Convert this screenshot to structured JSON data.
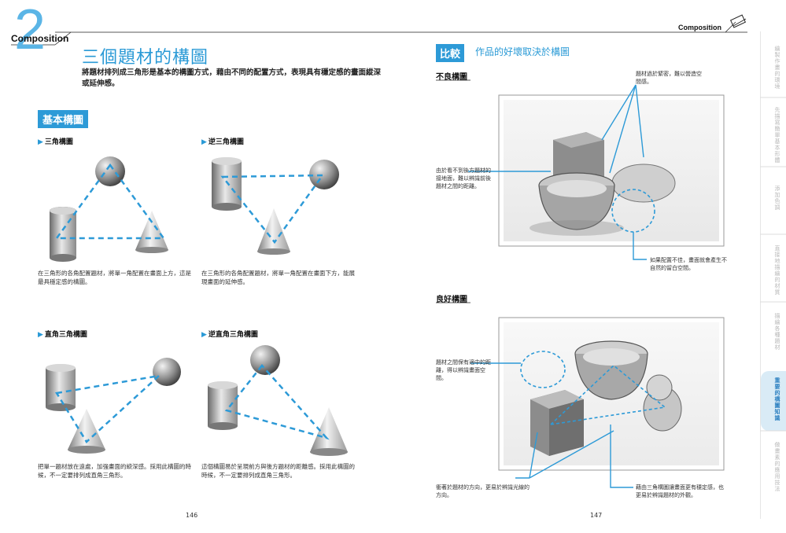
{
  "left_page": {
    "chapter_number": "2",
    "header_label": "Composition",
    "title": "三個題材的構圖",
    "intro": "將題材排列成三角形是基本的構圖方式，藉由不同的配置方式，表現具有穩定感的畫面縱深或延伸感。",
    "section_tag": "基本構圖",
    "items": [
      {
        "heading": "三角構圖",
        "caption": "在三角形的各角配置題材，將單一角配置在畫面上方，這是最具穩定感的構圖。"
      },
      {
        "heading": "逆三角構圖",
        "caption": "在三角形的各角配置題材，將單一角配置在畫面下方，能展現畫面的延伸感。"
      },
      {
        "heading": "直角三角構圖",
        "caption": "把單一題材放在遠處，加強畫面的縱深感。採用此構圖的時候，不一定要排列成直角三角形。"
      },
      {
        "heading": "逆直角三角構圖",
        "caption": "這個構圖易於呈現前方與後方題材的距離感。採用此構圖的時候，不一定要排列成直角三角形。"
      }
    ],
    "page_number": "146"
  },
  "right_page": {
    "header_label": "Composition",
    "compare_tag": "比較",
    "compare_title": "作品的好壞取決於構圖",
    "bad": {
      "heading": "不良構圖",
      "note_top": "題材過於緊密，難以營造空間感。",
      "note_left": "由於看不到後方題材的接地面，難以辨識前後題材之間的距離。",
      "note_bottom": "如果配置不佳，畫面就會產生不自然的留白空間。"
    },
    "good": {
      "heading": "良好構圖",
      "note_left": "題材之間保有適中的距離，得以辨識畫面空間。",
      "note_bottom_left": "衝著於題材的方向，更易於辨識光線的方向。",
      "note_bottom_right": "藉由三角構圖讓畫面更有穩定感，也更易於辨識題材的外觀。"
    },
    "page_number": "147"
  },
  "sidebar": {
    "items": [
      "繪製作畫的環境",
      "先描寫簡單基本形體",
      "添加色調",
      "直接地描繪的材質",
      "描繪各種題材",
      "重要的構圖知識",
      "做畫素的應用技法"
    ],
    "active_index": 5
  },
  "colors": {
    "accent": "#2d9ad7",
    "light_accent": "#5bb5e6"
  }
}
